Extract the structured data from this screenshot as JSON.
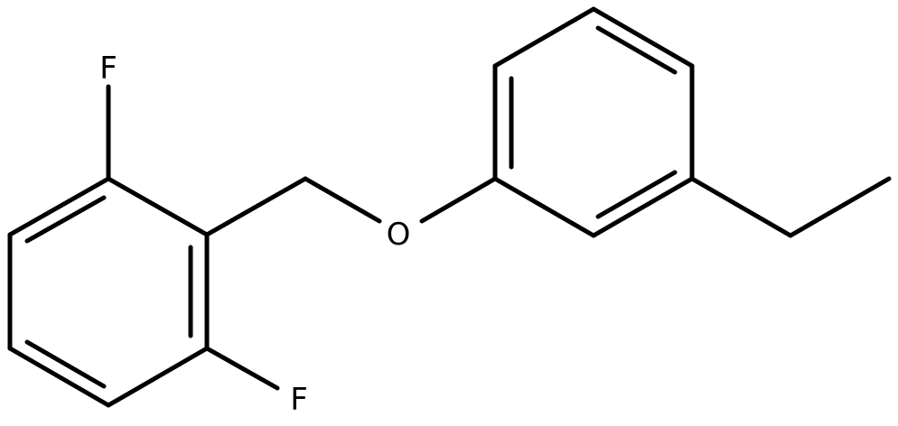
{
  "atoms": {
    "fluorine_top": "F",
    "fluorine_bottom": "F",
    "oxygen": "O"
  },
  "colors": {
    "bond": "#000000",
    "label": "#000000",
    "background": "#ffffff"
  }
}
